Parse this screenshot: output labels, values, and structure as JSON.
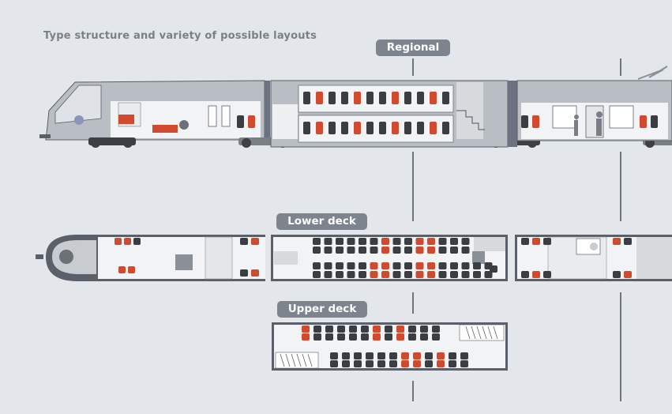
{
  "heading": "Type structure and variety of possible layouts",
  "labels": {
    "regional": "Regional",
    "lower_deck": "Lower deck",
    "upper_deck": "Upper deck"
  },
  "colors": {
    "background": "#e3e7ec",
    "label_pill": "#7d848d",
    "car_body": "#b9bec4",
    "car_interior": "#f2f3f4",
    "seat_dark": "#3a3d42",
    "seat_red": "#d24a2e",
    "deck_floor": "#5b5f69",
    "bogie": "#3c3f44"
  }
}
